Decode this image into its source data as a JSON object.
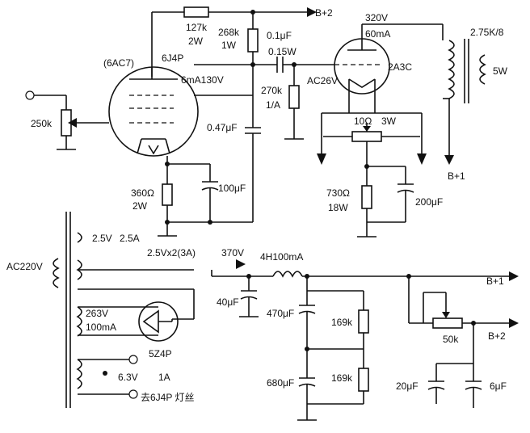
{
  "labels": {
    "b_plus_2_top": "B+2",
    "r127k": "127k",
    "r127k_power": "2W",
    "r268k": "268k",
    "r268k_power": "1W",
    "v320": "320V",
    "ma60": "60mA",
    "xfmr_out": "2.75K/8",
    "ohm5w": "5W",
    "tube_6ac7": "(6AC7)",
    "tube_6j4p": "6J4P",
    "op_6ma130v": "6mA130V",
    "c01": "0.1μF",
    "c01_v": "0.15W",
    "tube_2a3c": "2A3C",
    "ac26v": "AC26V",
    "r270k": "270k",
    "r270k_power": "1/A",
    "pot250k": "250k",
    "c047": "0.47μF",
    "hum_pot": "10Ω",
    "hum_pot_power": "3W",
    "b_plus_1_out": "B+1",
    "r360": "360Ω",
    "r360_power": "2W",
    "c100": "100μF",
    "r730": "730Ω",
    "r730_power": "18W",
    "c200": "200μF",
    "sec_25v": "2.5V",
    "sec_25a": "2.5A",
    "sec_25vx2": "2.5Vx2(3A)",
    "v370": "370V",
    "choke": "4H100mA",
    "ac220v": "AC220V",
    "b_plus_1": "B+1",
    "c40": "40μF",
    "c470": "470μF",
    "r169k_a": "169k",
    "v263": "263V",
    "ma100": "100mA",
    "pot50k": "50k",
    "b_plus_2": "B+2",
    "rect_5z4p": "5Z4P",
    "c680": "680μF",
    "r169k_b": "169k",
    "c20": "20μF",
    "c6": "6μF",
    "sec_63v": "6.3V",
    "sec_1a": "1A",
    "heater_note": "去6J4P 灯丝"
  }
}
